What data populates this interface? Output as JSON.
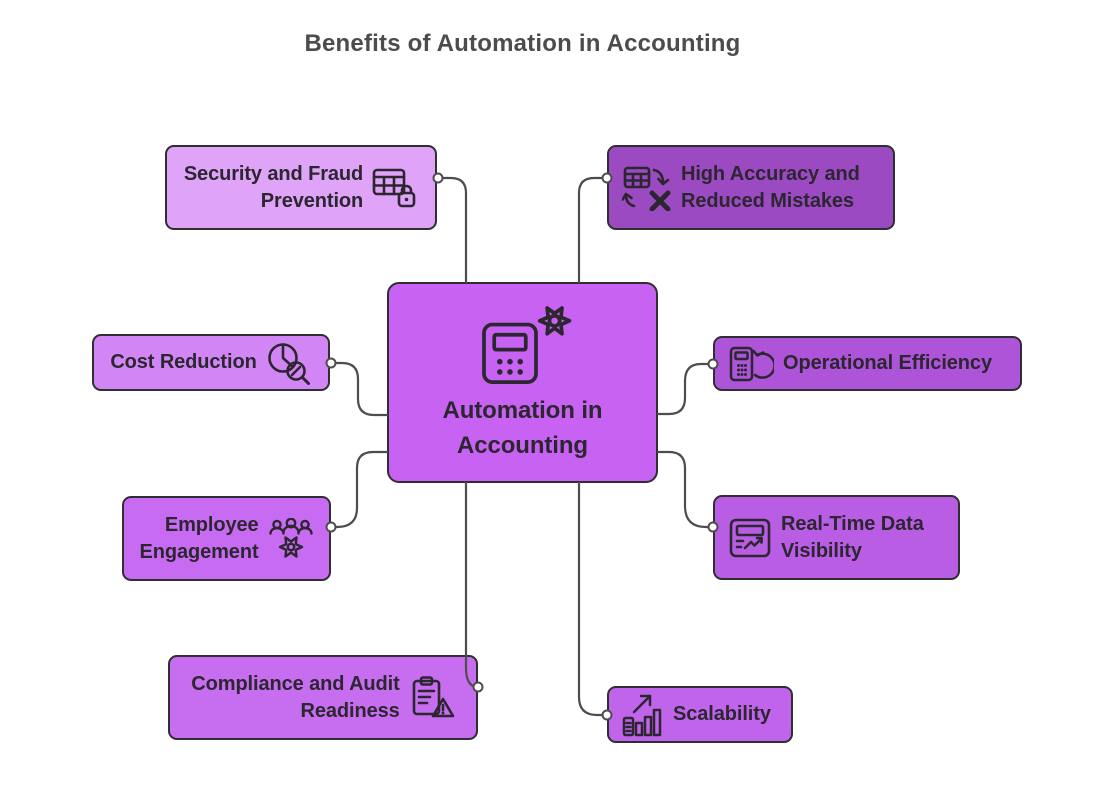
{
  "title": "Benefits of Automation in Accounting",
  "colors": {
    "background": "#ffffff",
    "title_text": "#4c4c4c",
    "node_text": "#2c2631",
    "node_border": "#2f2f2f",
    "connector": "#4d4d4d",
    "connector_dot_fill": "#ffffff"
  },
  "center": {
    "label": "Automation in\nAccounting",
    "icon": "calculator-gear-icon",
    "bg": "#c862f3"
  },
  "nodes": [
    {
      "label": "Security and Fraud\nPrevention",
      "icon": "table-lock-icon",
      "bg": "#dfa3f7",
      "side": "left"
    },
    {
      "label": "Cost Reduction",
      "icon": "pie-chart-magnifier-icon",
      "bg": "#d286f6",
      "side": "left"
    },
    {
      "label": "Employee\nEngagement",
      "icon": "team-gear-icon",
      "bg": "#c76cf2",
      "side": "left"
    },
    {
      "label": "Compliance and Audit\nReadiness",
      "icon": "clipboard-warning-icon",
      "bg": "#c76df0",
      "side": "left"
    },
    {
      "label": "High Accuracy and\nReduced Mistakes",
      "icon": "table-swap-icon",
      "bg": "#9c4ac2",
      "side": "right"
    },
    {
      "label": "Operational Efficiency",
      "icon": "calculator-refresh-icon",
      "bg": "#ad54d8",
      "side": "right"
    },
    {
      "label": "Real-Time Data\nVisibility",
      "icon": "report-trend-icon",
      "bg": "#b95de5",
      "side": "right"
    },
    {
      "label": "Scalability",
      "icon": "growth-chart-arrow-icon",
      "bg": "#c164ec",
      "side": "right"
    }
  ]
}
